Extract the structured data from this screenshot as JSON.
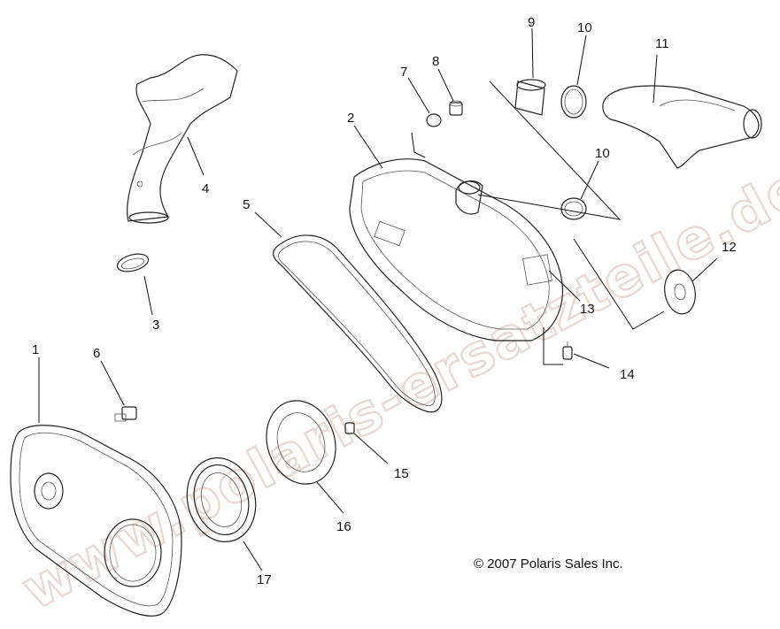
{
  "diagram": {
    "callouts": [
      {
        "id": "c1",
        "label": "1"
      },
      {
        "id": "c2",
        "label": "2"
      },
      {
        "id": "c3",
        "label": "3"
      },
      {
        "id": "c4",
        "label": "4"
      },
      {
        "id": "c5",
        "label": "5"
      },
      {
        "id": "c6",
        "label": "6"
      },
      {
        "id": "c7",
        "label": "7"
      },
      {
        "id": "c8",
        "label": "8"
      },
      {
        "id": "c9",
        "label": "9"
      },
      {
        "id": "c10a",
        "label": "10"
      },
      {
        "id": "c10b",
        "label": "10"
      },
      {
        "id": "c11",
        "label": "11"
      },
      {
        "id": "c12",
        "label": "12"
      },
      {
        "id": "c13",
        "label": "13"
      },
      {
        "id": "c14",
        "label": "14"
      },
      {
        "id": "c15",
        "label": "15"
      },
      {
        "id": "c16",
        "label": "16"
      },
      {
        "id": "c17",
        "label": "17"
      }
    ],
    "copyright": "© 2007 Polaris Sales Inc.",
    "watermark": "www.polaris-ersatzteile.de"
  },
  "colors": {
    "line": "#222222",
    "watermark": "#e7d9d6",
    "background": "#ffffff"
  }
}
